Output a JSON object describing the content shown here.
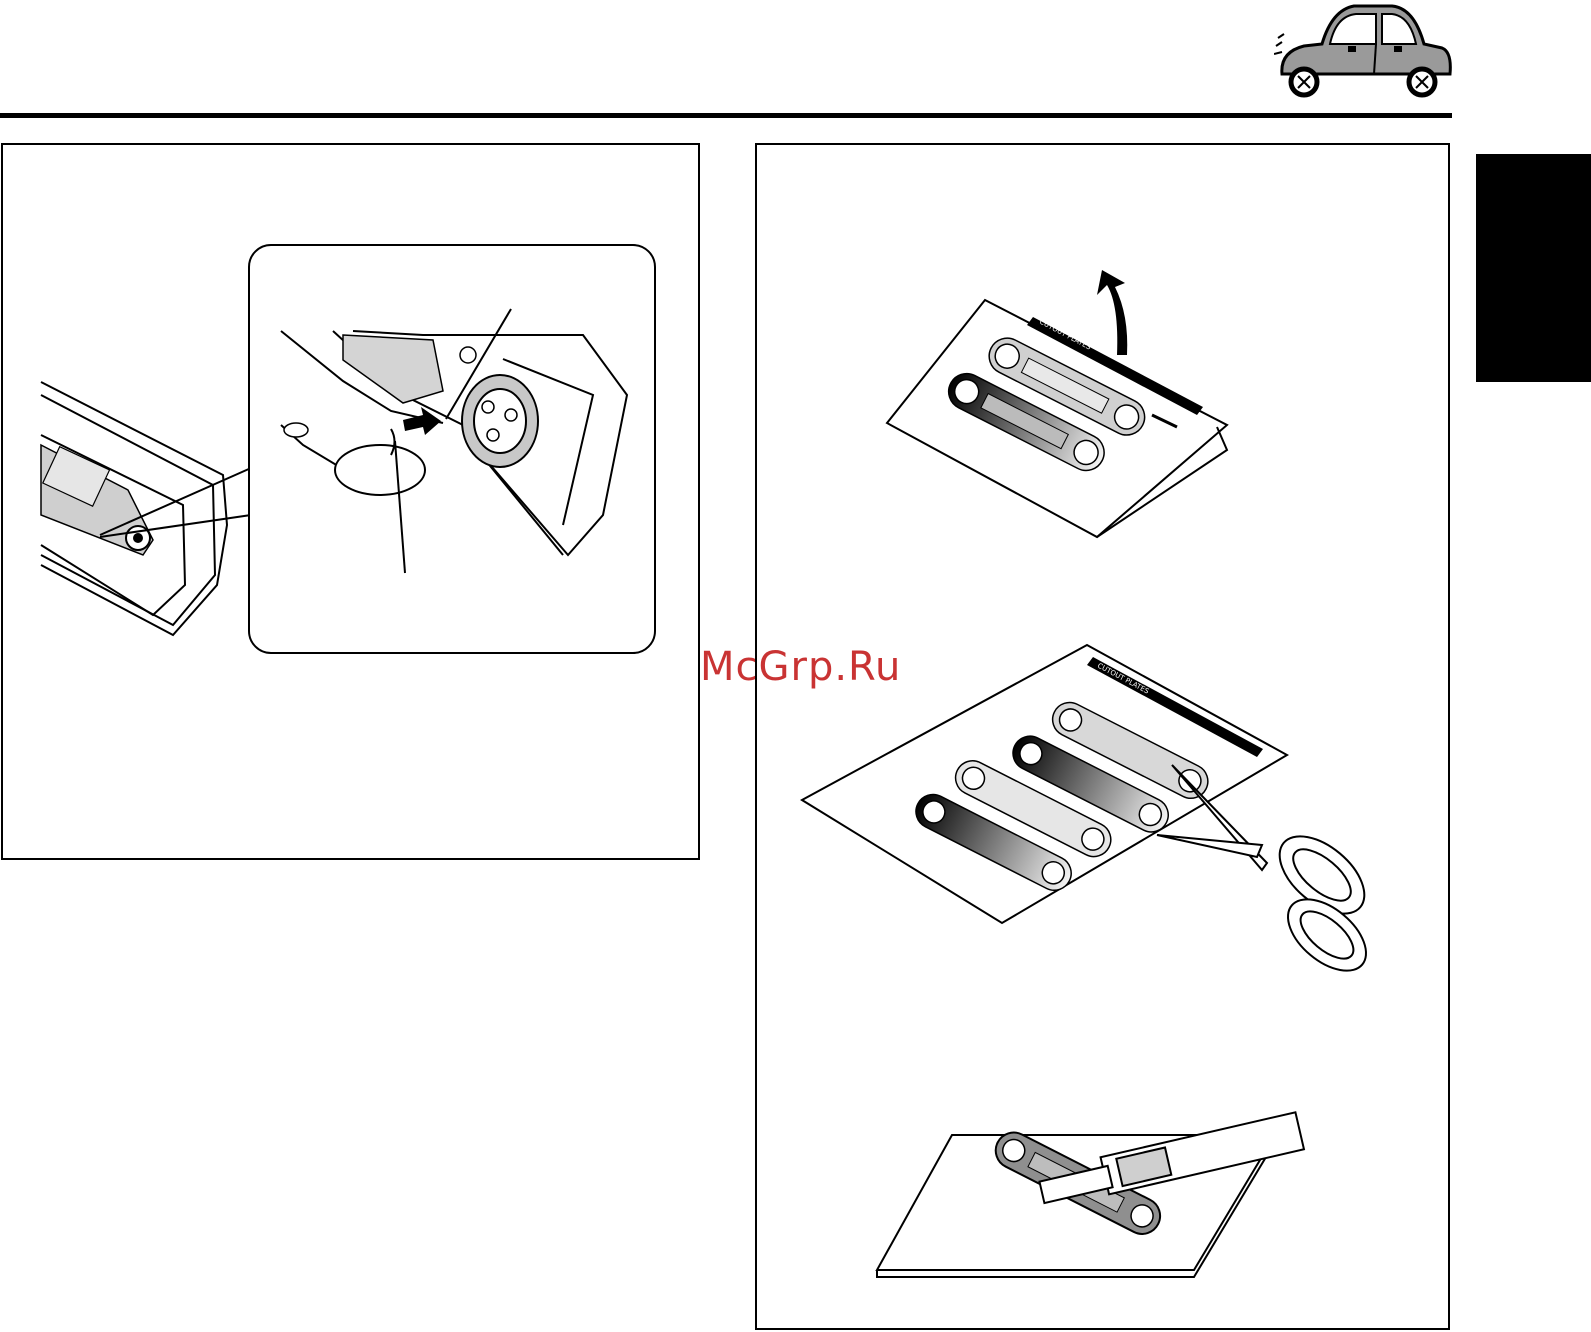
{
  "watermark": {
    "text": "McGrp.Ru",
    "color": "#c41e1e"
  },
  "header": {
    "icon": "car-icon"
  },
  "sidebar_tab": {
    "color": "#000000"
  },
  "illustration_left": {
    "icons": [
      "unit-faceplate-illustration",
      "magnified-detail-callout",
      "insert-arrow-icon"
    ]
  },
  "illustration_right": {
    "steps": [
      {
        "icon": "cutout-sheet-folded-illustration",
        "sheet_label": "CUTOUT PLATES"
      },
      {
        "icon": "cutout-sheet-scissors-illustration",
        "sheet_label": "CUTOUT PLATES"
      },
      {
        "icon": "cutter-knife-plate-illustration"
      }
    ]
  }
}
